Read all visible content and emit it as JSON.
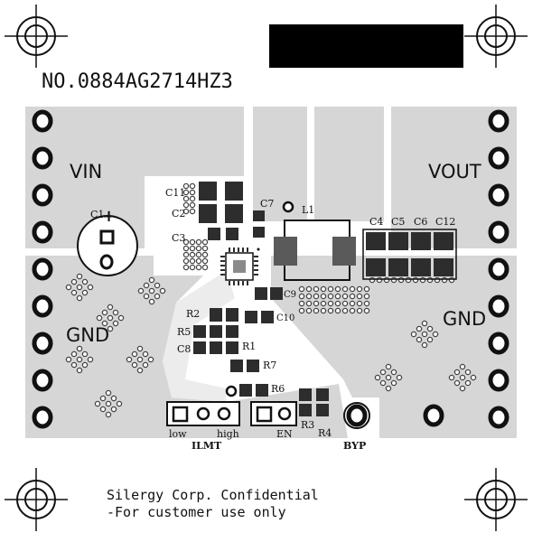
{
  "board": {
    "part_number": "NO.0884AG2714HZ3",
    "confidential_line1": "Silergy Corp. Confidential",
    "confidential_line2": "-For customer use only",
    "colors": {
      "background": "#ffffff",
      "copper": "#d6d6d6",
      "pad": "#2d2d2d",
      "pad_light": "#5a5a5a",
      "silk": "#111111",
      "redaction": "#000000"
    }
  },
  "labels": {
    "vin": "VIN",
    "vout": "VOUT",
    "gnd_left": "GND",
    "gnd_right": "GND",
    "plus": "+"
  },
  "components": {
    "c1": "C1",
    "c2": "C2",
    "c3": "C3",
    "c4": "C4",
    "c5": "C5",
    "c6": "C6",
    "c7": "C7",
    "c8": "C8",
    "c9": "C9",
    "c10": "C10",
    "c11": "C11",
    "c12": "C12",
    "l1": "L1",
    "r1": "R1",
    "r2": "R2",
    "r3": "R3",
    "r4": "R4",
    "r5": "R5",
    "r6": "R6",
    "r7": "R7"
  },
  "headers": {
    "ilmt_low": "low",
    "ilmt_high": "high",
    "ilmt_name": "ILMT",
    "en": "EN",
    "byp": "BYP"
  }
}
